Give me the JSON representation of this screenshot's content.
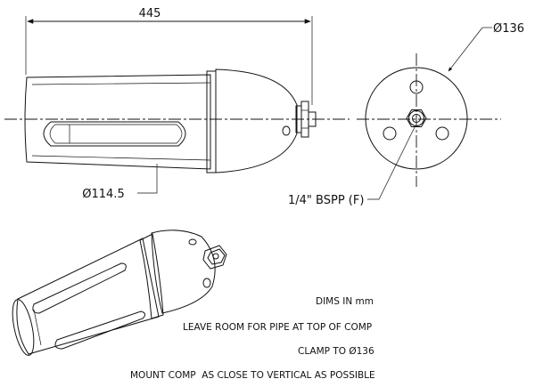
{
  "dimensions": {
    "overall_length": "445",
    "flange_diameter": "Ø136",
    "body_diameter": "Ø114.5",
    "port_thread": "1/4\" BSPP (F)"
  },
  "notes": [
    "DIMS IN mm",
    "LEAVE ROOM FOR PIPE AT TOP OF COMP",
    "CLAMP TO Ø136",
    "MOUNT COMP  AS CLOSE TO VERTICAL AS POSSIBLE"
  ],
  "colors": {
    "line": "#111111",
    "shade_light": "#f4f4f4",
    "shade_dark": "#c8c8c8"
  }
}
